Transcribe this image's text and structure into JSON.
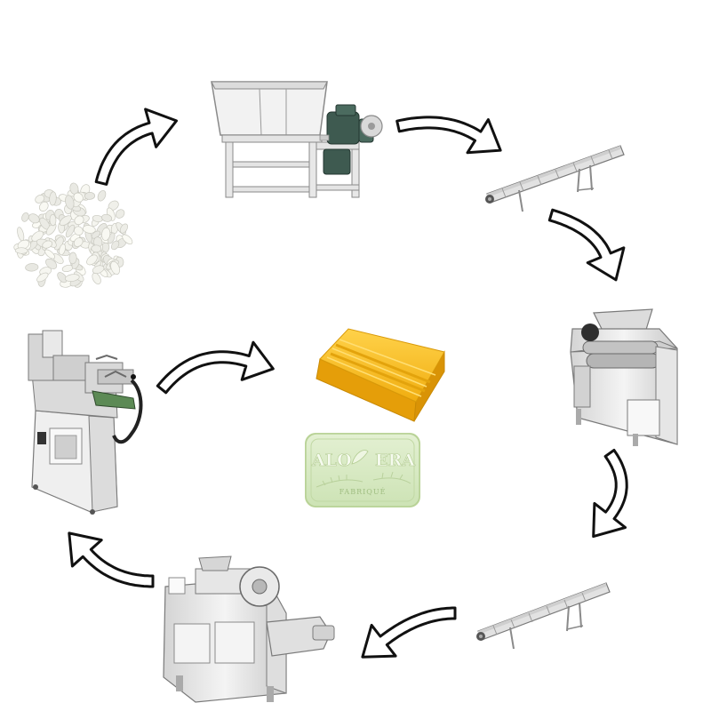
{
  "process": {
    "steps": [
      {
        "id": "raw-noodles",
        "icon": "soap-noodles-icon"
      },
      {
        "id": "mixer",
        "icon": "mixer-machine-icon"
      },
      {
        "id": "conveyor-1",
        "icon": "conveyor-belt-icon"
      },
      {
        "id": "roller-mill",
        "icon": "three-roller-mill-icon"
      },
      {
        "id": "conveyor-2",
        "icon": "conveyor-belt-icon"
      },
      {
        "id": "plodder",
        "icon": "vacuum-plodder-icon"
      },
      {
        "id": "stamper",
        "icon": "soap-stamping-machine-icon"
      }
    ],
    "outputs": [
      {
        "id": "yellow-soap-bar",
        "color": "#f2b315"
      },
      {
        "id": "green-soap-bar",
        "color": "#d6e9c0"
      }
    ]
  },
  "green_soap": {
    "line1_left": "ALO",
    "line1_right": "ERA",
    "line2": "FABRIQUÉ"
  },
  "colors": {
    "arrow_fill": "#ffffff",
    "arrow_stroke": "#111111",
    "machine_body": "#ededed",
    "motor": "#3e5a50"
  }
}
